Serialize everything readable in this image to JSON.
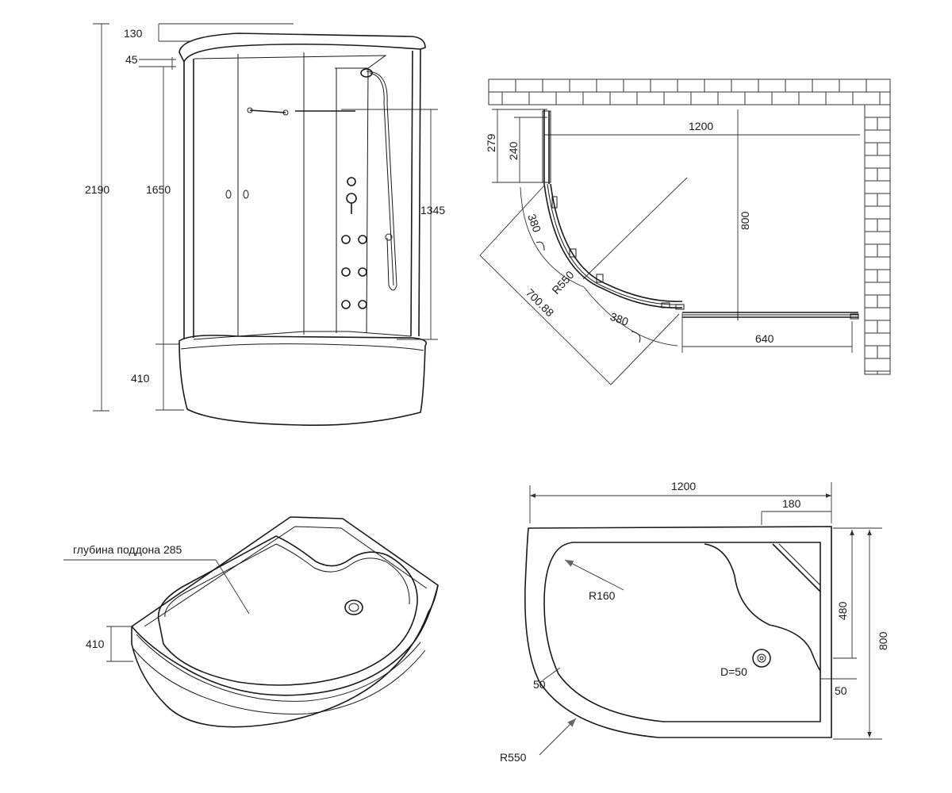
{
  "front_view": {
    "dims": {
      "total_height": "2190",
      "roof_height": "130",
      "gap": "45",
      "door_height": "1650",
      "panel_height": "1345",
      "tray_height": "410"
    }
  },
  "plan_view": {
    "dims": {
      "width": "1200",
      "depth": "800",
      "d279": "279",
      "d240": "240",
      "arc_segment_top": "380",
      "arc_segment_bottom": "380",
      "radius": "R550",
      "diagonal": "700.88",
      "straight_panel": "640"
    }
  },
  "tray_view": {
    "depth_label": "глубина поддона 285",
    "height": "410"
  },
  "tray_plan": {
    "dims": {
      "width": "1200",
      "offset_top": "180",
      "inner_radius": "R160",
      "drain": "D=50",
      "d480": "480",
      "depth": "800",
      "rim_left": "50",
      "rim_right": "50",
      "outer_radius": "R550"
    }
  }
}
